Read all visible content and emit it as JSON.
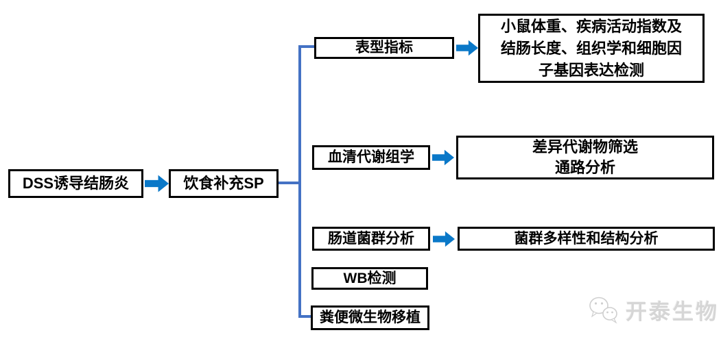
{
  "diagram": {
    "nodes": {
      "dss": "DSS诱导结肠炎",
      "sp": "饮食补充SP"
    },
    "branches": [
      {
        "label": "表型指标",
        "target_lines": [
          "小鼠体重、疾病活动指数及",
          "结肠长度、组织学和细胞因",
          "子基因表达检测"
        ]
      },
      {
        "label": "血清代谢组学",
        "target_lines": [
          "差异代谢物筛选",
          "通路分析"
        ]
      },
      {
        "label": "肠道菌群分析",
        "target_lines": [
          "菌群多样性和结构分析"
        ]
      },
      {
        "label": "WB检测",
        "target_lines": []
      },
      {
        "label": "粪便微生物移植",
        "target_lines": []
      }
    ],
    "watermark": {
      "icon": "wechat-chat-bubbles-icon",
      "text": "开泰生物"
    },
    "colors": {
      "block_arrow": "#0a78c8",
      "connector_line": "#4472c4",
      "box_border": "#000000",
      "box_background": "#ffffff",
      "watermark": "#d6d6d6"
    }
  }
}
